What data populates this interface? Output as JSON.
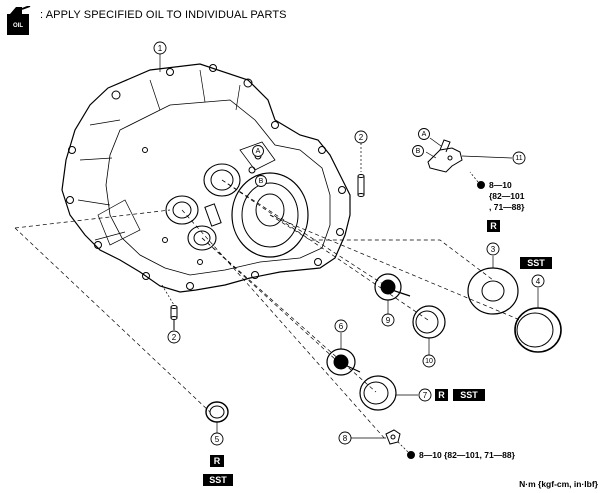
{
  "header": {
    "icon_label": "OIL",
    "text": ": APPLY SPECIFIED OIL TO INDIVIDUAL PARTS"
  },
  "callouts": {
    "c1": "1",
    "c2a": "2",
    "c2b": "2",
    "c3": "3",
    "c4": "4",
    "c5": "5",
    "c6": "6",
    "c7": "7",
    "c8": "8",
    "c9": "9",
    "c10": "10",
    "c11": "11"
  },
  "reference_marks": {
    "a1": "A",
    "a2": "A",
    "b1": "B",
    "b2": "B"
  },
  "badges": {
    "r3": "R",
    "sst4": "SST",
    "r7": "R",
    "sst7": "SST",
    "r5": "R",
    "sst5": "SST"
  },
  "torque": {
    "t11_line1": "8—10",
    "t11_line2": "{82—101",
    "t11_line3": ", 71—88}",
    "t8": "8—10 {82—101, 71—88}"
  },
  "footer": {
    "units": "N·m {kgf-cm, in·lbf}"
  }
}
